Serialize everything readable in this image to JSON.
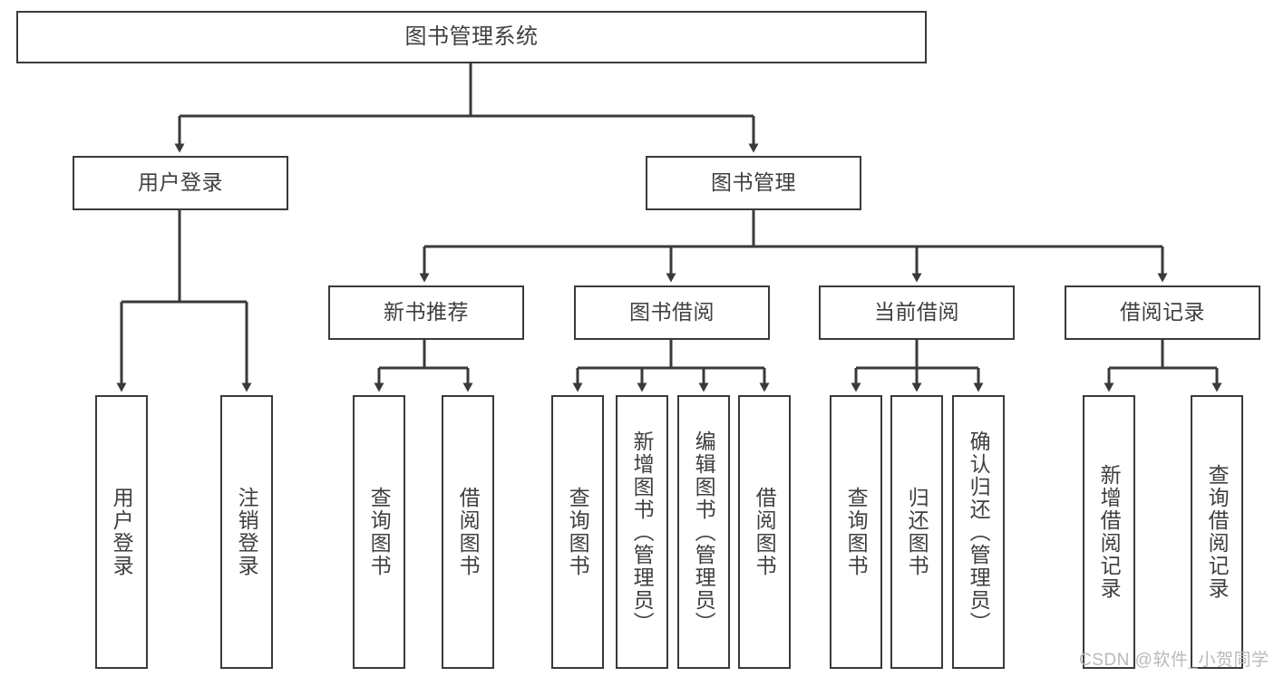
{
  "diagram": {
    "title": "图书管理系统",
    "type": "tree-hierarchy-chart",
    "colors": {
      "stroke": "#3a3a3a",
      "text": "#3f3f3f",
      "background": "#ffffff",
      "watermark": "#b9b9b9"
    },
    "watermark": "CSDN @软件_小贺同学",
    "root": {
      "label": "图书管理系统"
    },
    "level2": [
      {
        "label": "用户登录"
      },
      {
        "label": "图书管理"
      }
    ],
    "level3": [
      {
        "label": "新书推荐"
      },
      {
        "label": "图书借阅"
      },
      {
        "label": "当前借阅"
      },
      {
        "label": "借阅记录"
      }
    ],
    "leaves": {
      "user_login": [
        {
          "label": "用户登录"
        },
        {
          "label": "注销登录"
        }
      ],
      "new_book_recommend": [
        {
          "label": "查询图书"
        },
        {
          "label": "借阅图书"
        }
      ],
      "book_borrow": [
        {
          "label": "查询图书"
        },
        {
          "label": "新增图书（管理员）"
        },
        {
          "label": "编辑图书（管理员）"
        },
        {
          "label": "借阅图书"
        }
      ],
      "current_borrow": [
        {
          "label": "查询图书"
        },
        {
          "label": "归还图书"
        },
        {
          "label": "确认归还（管理员）"
        }
      ],
      "borrow_record": [
        {
          "label": "新增借阅记录"
        },
        {
          "label": "查询借阅记录"
        }
      ]
    }
  }
}
